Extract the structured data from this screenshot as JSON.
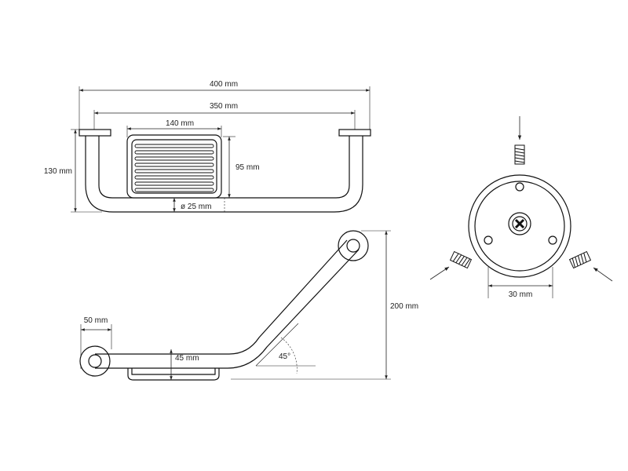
{
  "top_view": {
    "overall_width": "400 mm",
    "mount_distance": "350 mm",
    "basket_width": "140 mm",
    "basket_height": "95 mm",
    "overall_height": "130 mm",
    "tube_diameter": "ø 25 mm"
  },
  "side_view": {
    "flange_offset": "50 mm",
    "basket_depth": "45 mm",
    "overall_height": "200 mm",
    "angle": "45°"
  },
  "mount_view": {
    "screw_spacing": "30 mm"
  }
}
